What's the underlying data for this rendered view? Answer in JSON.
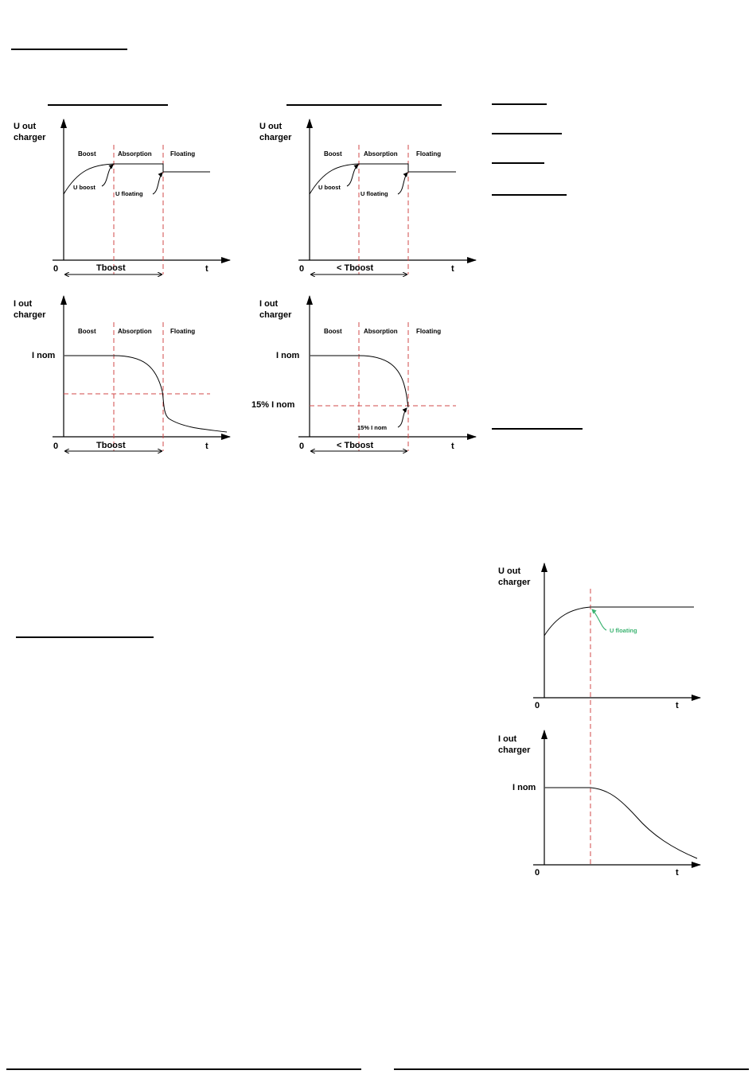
{
  "figure_a": {
    "voltage": {
      "y_label_1": "U out",
      "y_label_2": "charger",
      "origin": "0",
      "x_label": "t",
      "phase_1": "Boost",
      "phase_2": "Absorption",
      "phase_3": "Floating",
      "callout_1": "U boost",
      "callout_2": "U floating",
      "duration": "Tboost"
    },
    "current": {
      "y_label_1": "I out",
      "y_label_2": "charger",
      "origin": "0",
      "x_label": "t",
      "phase_1": "Boost",
      "phase_2": "Absorption",
      "phase_3": "Floating",
      "level": "I nom",
      "duration": "Tboost"
    }
  },
  "figure_b": {
    "voltage": {
      "y_label_1": "U out",
      "y_label_2": "charger",
      "origin": "0",
      "x_label": "t",
      "phase_1": "Boost",
      "phase_2": "Absorption",
      "phase_3": "Floating",
      "callout_1": "U boost",
      "callout_2": "U floating",
      "duration": "< Tboost"
    },
    "current": {
      "y_label_1": "I out",
      "y_label_2": "charger",
      "origin": "0",
      "x_label": "t",
      "phase_1": "Boost",
      "phase_2": "Absorption",
      "phase_3": "Floating",
      "level": "I nom",
      "threshold": "15% I nom",
      "callout": "15% I nom",
      "duration": "< Tboost"
    }
  },
  "figure_c": {
    "voltage": {
      "y_label_1": "U out",
      "y_label_2": "charger",
      "origin": "0",
      "x_label": "t",
      "callout": "U floating",
      "callout_color": "#3cb371"
    },
    "current": {
      "y_label_1": "I out",
      "y_label_2": "charger",
      "origin": "0",
      "x_label": "t",
      "level": "I nom"
    }
  },
  "colors": {
    "phase_boundary": "#d24a4a",
    "threshold_line": "#d24a4a",
    "callout_green": "#3cb371"
  }
}
